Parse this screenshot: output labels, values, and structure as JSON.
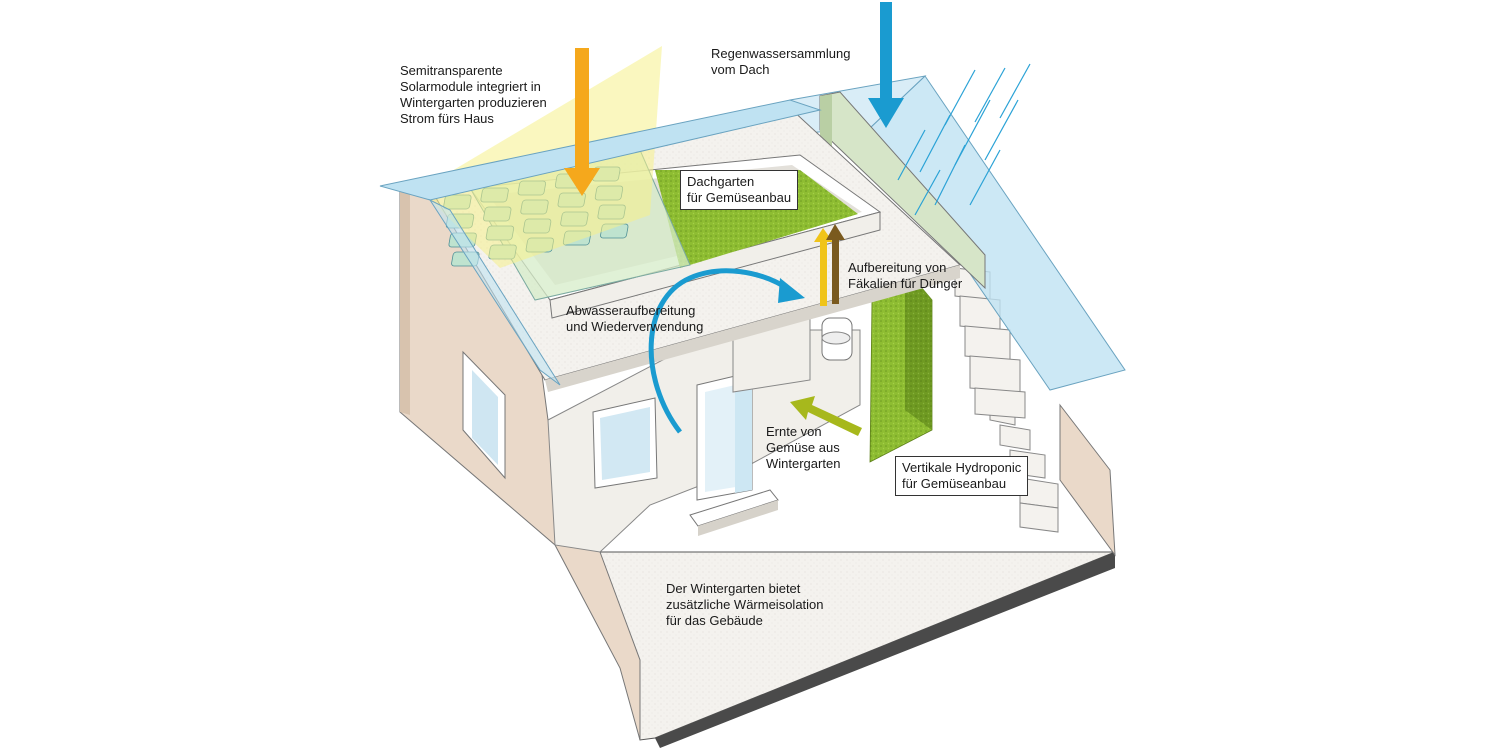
{
  "labels": {
    "solar": "Semitransparente\nSolarmodule integriert in\nWintergarten produzieren\nStrom fürs Haus",
    "rain": "Regenwassersammlung\nvom Dach",
    "roof_garden": "Dachgarten\nfür Gemüseanbau",
    "feces": "Aufbereitung von\nFäkalien für Dünger",
    "wastewater": "Abwasseraufbereitung\nund Wiederverwendung",
    "harvest": "Ernte von\nGemüse aus\nWintergarten",
    "hydroponic": "Vertikale Hydroponic\nfür Gemüseanbau",
    "winter_garden": "Der Wintergarten bietet\nzusätzliche Wärmeisolation\nfür das Gebäude"
  },
  "colors": {
    "sun_arrow": "#f5a81c",
    "sun_beam": "#f6f08a",
    "rain_arrow": "#1a9bd0",
    "rain_lines": "#2aa2d6",
    "glass": "#bfe2f2",
    "wall_side": "#ead9c9",
    "wall_front": "#f1efea",
    "floor": "#f4f2ee",
    "green_roof": "#8ebd32",
    "hydroponic": "#7aa52a",
    "arrow_yellow": "#f0c419",
    "arrow_brown": "#7a5a1e",
    "arrow_harvest": "#a7b81c",
    "arrow_water": "#1a9bd0"
  }
}
